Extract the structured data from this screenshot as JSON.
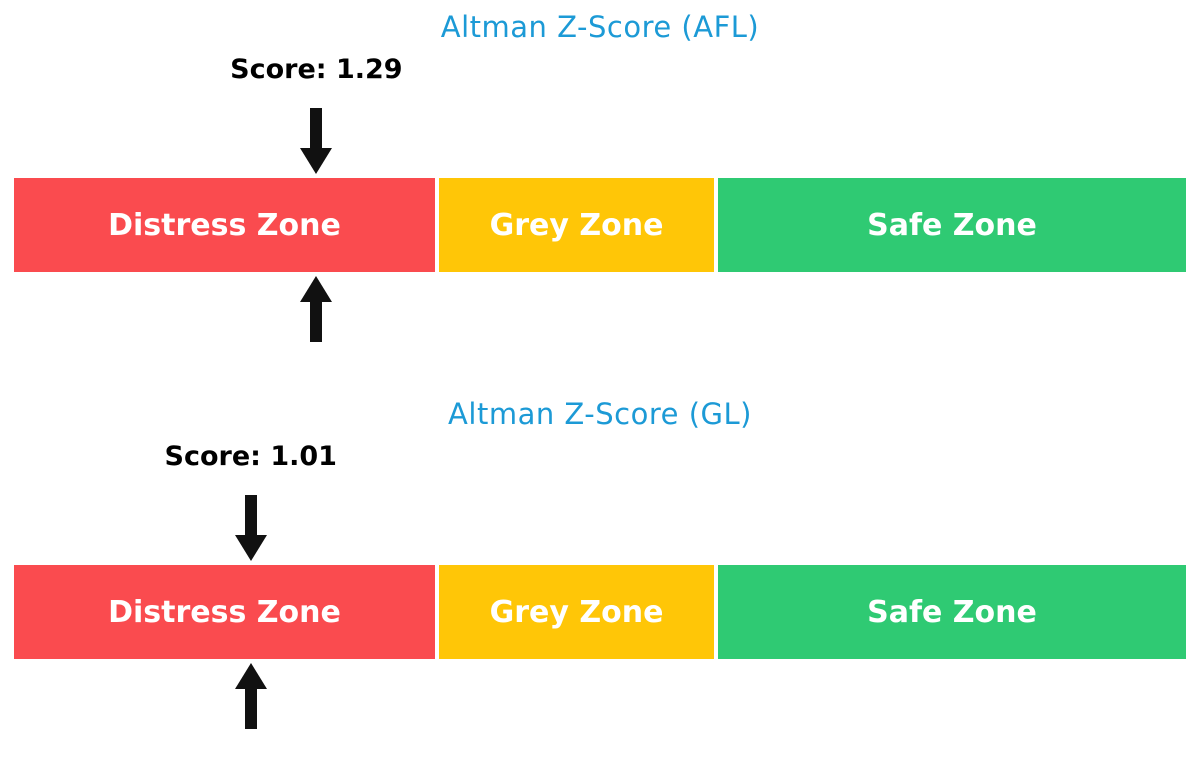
{
  "style": {
    "background": "#FFFFFF",
    "title_color": "#1C9AD6",
    "score_text_color": "#000000",
    "zone_label_color": "#FFFFFF",
    "arrow_color": "#111111"
  },
  "chart_data": [
    {
      "type": "bar",
      "title": "Altman Z-Score (AFL)",
      "score": 1.29,
      "score_label": "Score: 1.29",
      "xlim": [
        0,
        5
      ],
      "legend": "none",
      "grid": false,
      "marker_style": "black arrows above and below bar at score position",
      "zones": [
        {
          "label": "Distress Zone",
          "from": 0,
          "to": 1.81,
          "color": "#FA4B4F"
        },
        {
          "label": "Grey Zone",
          "from": 1.81,
          "to": 2.99,
          "color": "#FFC607"
        },
        {
          "label": "Safe Zone",
          "from": 2.99,
          "to": 5,
          "color": "#2FCA73"
        }
      ]
    },
    {
      "type": "bar",
      "title": "Altman Z-Score (GL)",
      "score": 1.01,
      "score_label": "Score: 1.01",
      "xlim": [
        0,
        5
      ],
      "legend": "none",
      "grid": false,
      "marker_style": "black arrows above and below bar at score position",
      "zones": [
        {
          "label": "Distress Zone",
          "from": 0,
          "to": 1.81,
          "color": "#FA4B4F"
        },
        {
          "label": "Grey Zone",
          "from": 1.81,
          "to": 2.99,
          "color": "#FFC607"
        },
        {
          "label": "Safe Zone",
          "from": 2.99,
          "to": 5,
          "color": "#2FCA73"
        }
      ]
    }
  ]
}
